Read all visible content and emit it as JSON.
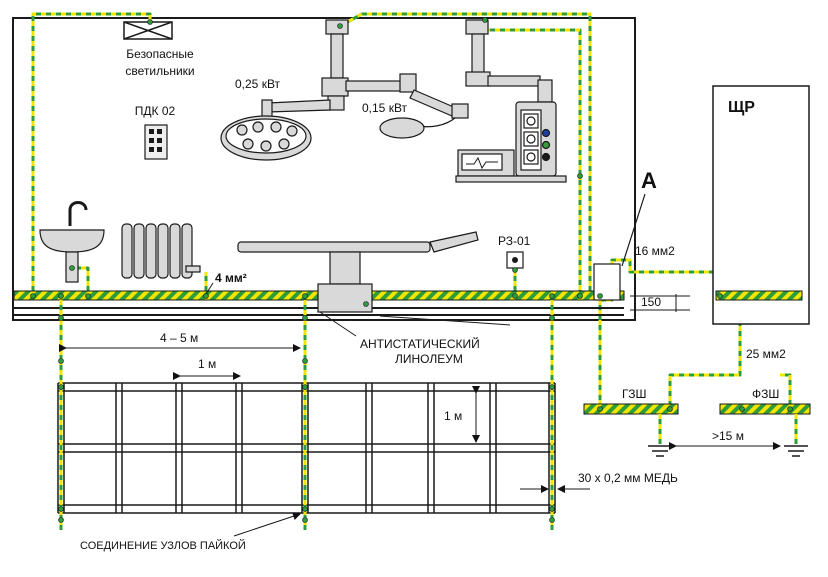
{
  "labels": {
    "safe_lamps": [
      "Безопасные",
      "светильники"
    ],
    "pdk": "ПДК 02",
    "lamp_power_1": "0,25 кВт",
    "lamp_power_2": "0,15 кВт",
    "cable_4": "4 мм²",
    "rz": "РЗ-01",
    "point_a": "А",
    "shr": "ЩР",
    "cable_16": "16 мм2",
    "dim_150": "150",
    "linoleum": [
      "АНТИСТАТИЧЕСКИЙ",
      "ЛИНОЛЕУМ"
    ],
    "cable_25": "25 мм2",
    "gzsh": "ГЗШ",
    "fzsh": "ФЗШ",
    "distance_15": ">15 м",
    "dim_4_5": "4 – 5 м",
    "dim_1_h": "1 м",
    "dim_1_v": "1 м",
    "copper": "30 x 0,2 мм  МЕДЬ",
    "solder": "СОЕДИНЕНИЕ  УЗЛОВ  ПАЙКОЙ"
  },
  "colors": {
    "ground_yellow": "#f2e500",
    "ground_green": "#2e9c3a",
    "line": "#1a1a1a",
    "equipment_fill": "#d9d9d9",
    "background": "#ffffff"
  },
  "icons": [
    "warning-cross-lamp-icon",
    "socket-panel-icon",
    "washbasin-icon",
    "radiator-icon",
    "operating-table-icon",
    "surgical-lamp-icon",
    "medical-console-icon",
    "monitor-icon",
    "rz-socket-icon",
    "ground-symbol-icon"
  ]
}
